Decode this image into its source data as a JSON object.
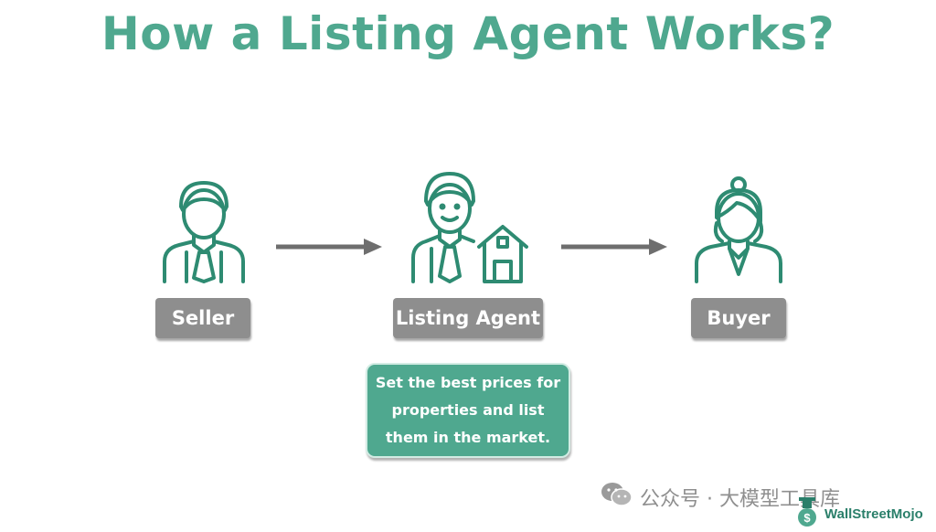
{
  "title": "How a Listing Agent Works?",
  "nodes": [
    {
      "label": "Seller",
      "icon": "seller-icon"
    },
    {
      "label": "Listing Agent",
      "icon": "listing-agent-icon"
    },
    {
      "label": "Buyer",
      "icon": "buyer-icon"
    }
  ],
  "description": "Set the best prices for properties and list them in the market.",
  "watermark": {
    "text": "公众号 · 大模型工具库",
    "icon": "wechat-icon"
  },
  "brand": {
    "name": "WallStreetMojo",
    "icon": "wallstreetmojo-logo-icon"
  },
  "colors": {
    "accent": "#4fa88f",
    "label_bg": "#8e8e8e",
    "arrow": "#6e6e6e",
    "icon_stroke": "#2e8b72"
  }
}
